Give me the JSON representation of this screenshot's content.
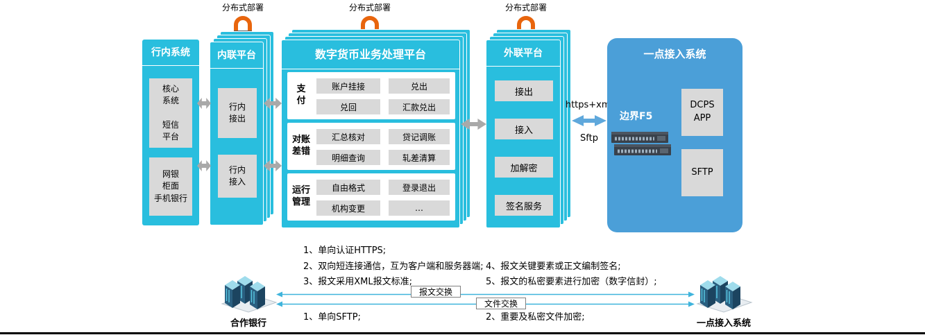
{
  "colors": {
    "cyan": "#29BEDE",
    "blue_panel": "#4B9FD8",
    "gray_box": "#D9D9D9",
    "orange_clamp": "#E8650D",
    "arrow_gray": "#A9A9A9",
    "arrow_cyan": "#3FB4DC"
  },
  "deploy": {
    "label1": "分布式部署",
    "label2": "分布式部署",
    "label3": "分布式部署"
  },
  "bank_system": {
    "title": "行内系统",
    "item1": "核心\n系统\n\n短信\n平台",
    "item2": "网银\n柜面\n手机银行"
  },
  "inner_platform": {
    "title": "内联平台",
    "item1": "行内\n接出",
    "item2": "行内\n接入"
  },
  "dc_platform": {
    "title": "数字货币业务处理平台",
    "sections": [
      {
        "label": "支\n付",
        "buttons": [
          "账户挂接",
          "兑出",
          "兑回",
          "汇款兑出"
        ]
      },
      {
        "label": "对账\n差错",
        "buttons": [
          "汇总核对",
          "贷记调账",
          "明细查询",
          "轧差清算"
        ]
      },
      {
        "label": "运行\n管理",
        "buttons": [
          "自由格式",
          "登录退出",
          "机构变更",
          "…"
        ]
      }
    ]
  },
  "outer_platform": {
    "title": "外联平台",
    "buttons": [
      "接出",
      "接入",
      "加解密",
      "签名服务"
    ]
  },
  "link": {
    "top": "https+xml",
    "bottom": "Sftp"
  },
  "access_system": {
    "title": "一点接入系统",
    "f5_label": "边界F5",
    "box1": "DCPS\nAPP",
    "box2": "SFTP"
  },
  "notes": {
    "n1": "1、单向认证HTTPS;",
    "n2": "2、双向短连接通信，互为客户端和服务器端;",
    "n3": "3、报文采用XML报文标准;",
    "n4": "4、报文关键要素或正文编制签名;",
    "n5": "5、报文的私密要素进行加密（数字信封）;",
    "s1": "1、单向SFTP;",
    "s2": "2、重要及私密文件加密;"
  },
  "exchange": {
    "msg": "报文交换",
    "file": "文件交换"
  },
  "bottom_labels": {
    "left": "合作银行",
    "right": "一点接入系统"
  }
}
